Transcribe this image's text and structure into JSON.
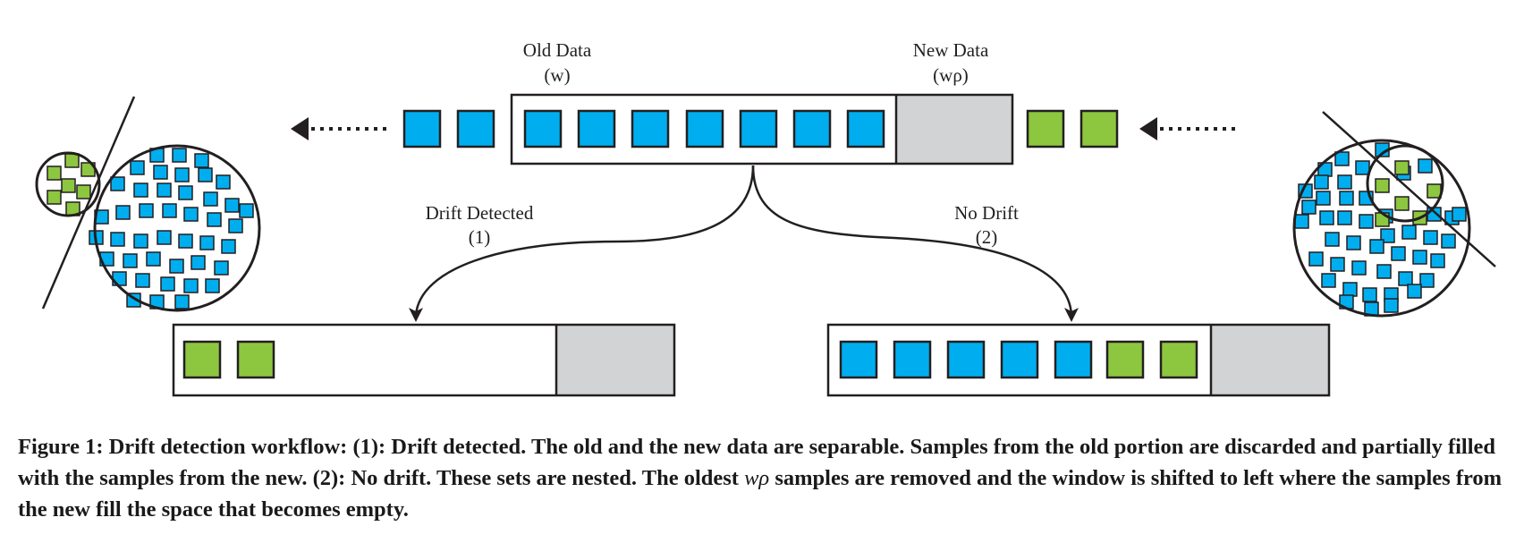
{
  "colors": {
    "old_sample": "#00aeef",
    "new_sample": "#8dc63f",
    "shaded_region": "#d1d3d4",
    "stroke": "#231f20"
  },
  "window_labels": {
    "old_title": "Old Data",
    "old_param": "(w)",
    "new_title": "New Data",
    "new_param": "(wρ)"
  },
  "branch_labels": {
    "drift_title": "Drift Detected",
    "drift_num": "(1)",
    "nodrift_title": "No Drift",
    "nodrift_num": "(2)"
  },
  "caption": {
    "part1": "Figure 1: Drift detection workflow: (1): Drift detected. The old and the new data are separable. Samples from the old portion are discarded and partially filled with the samples from the new. (2): No drift. These sets are nested. The oldest ",
    "symbol": "wρ",
    "part2": " samples are removed and the window is shifted to left where the samples from the new fill the space that becomes empty."
  }
}
